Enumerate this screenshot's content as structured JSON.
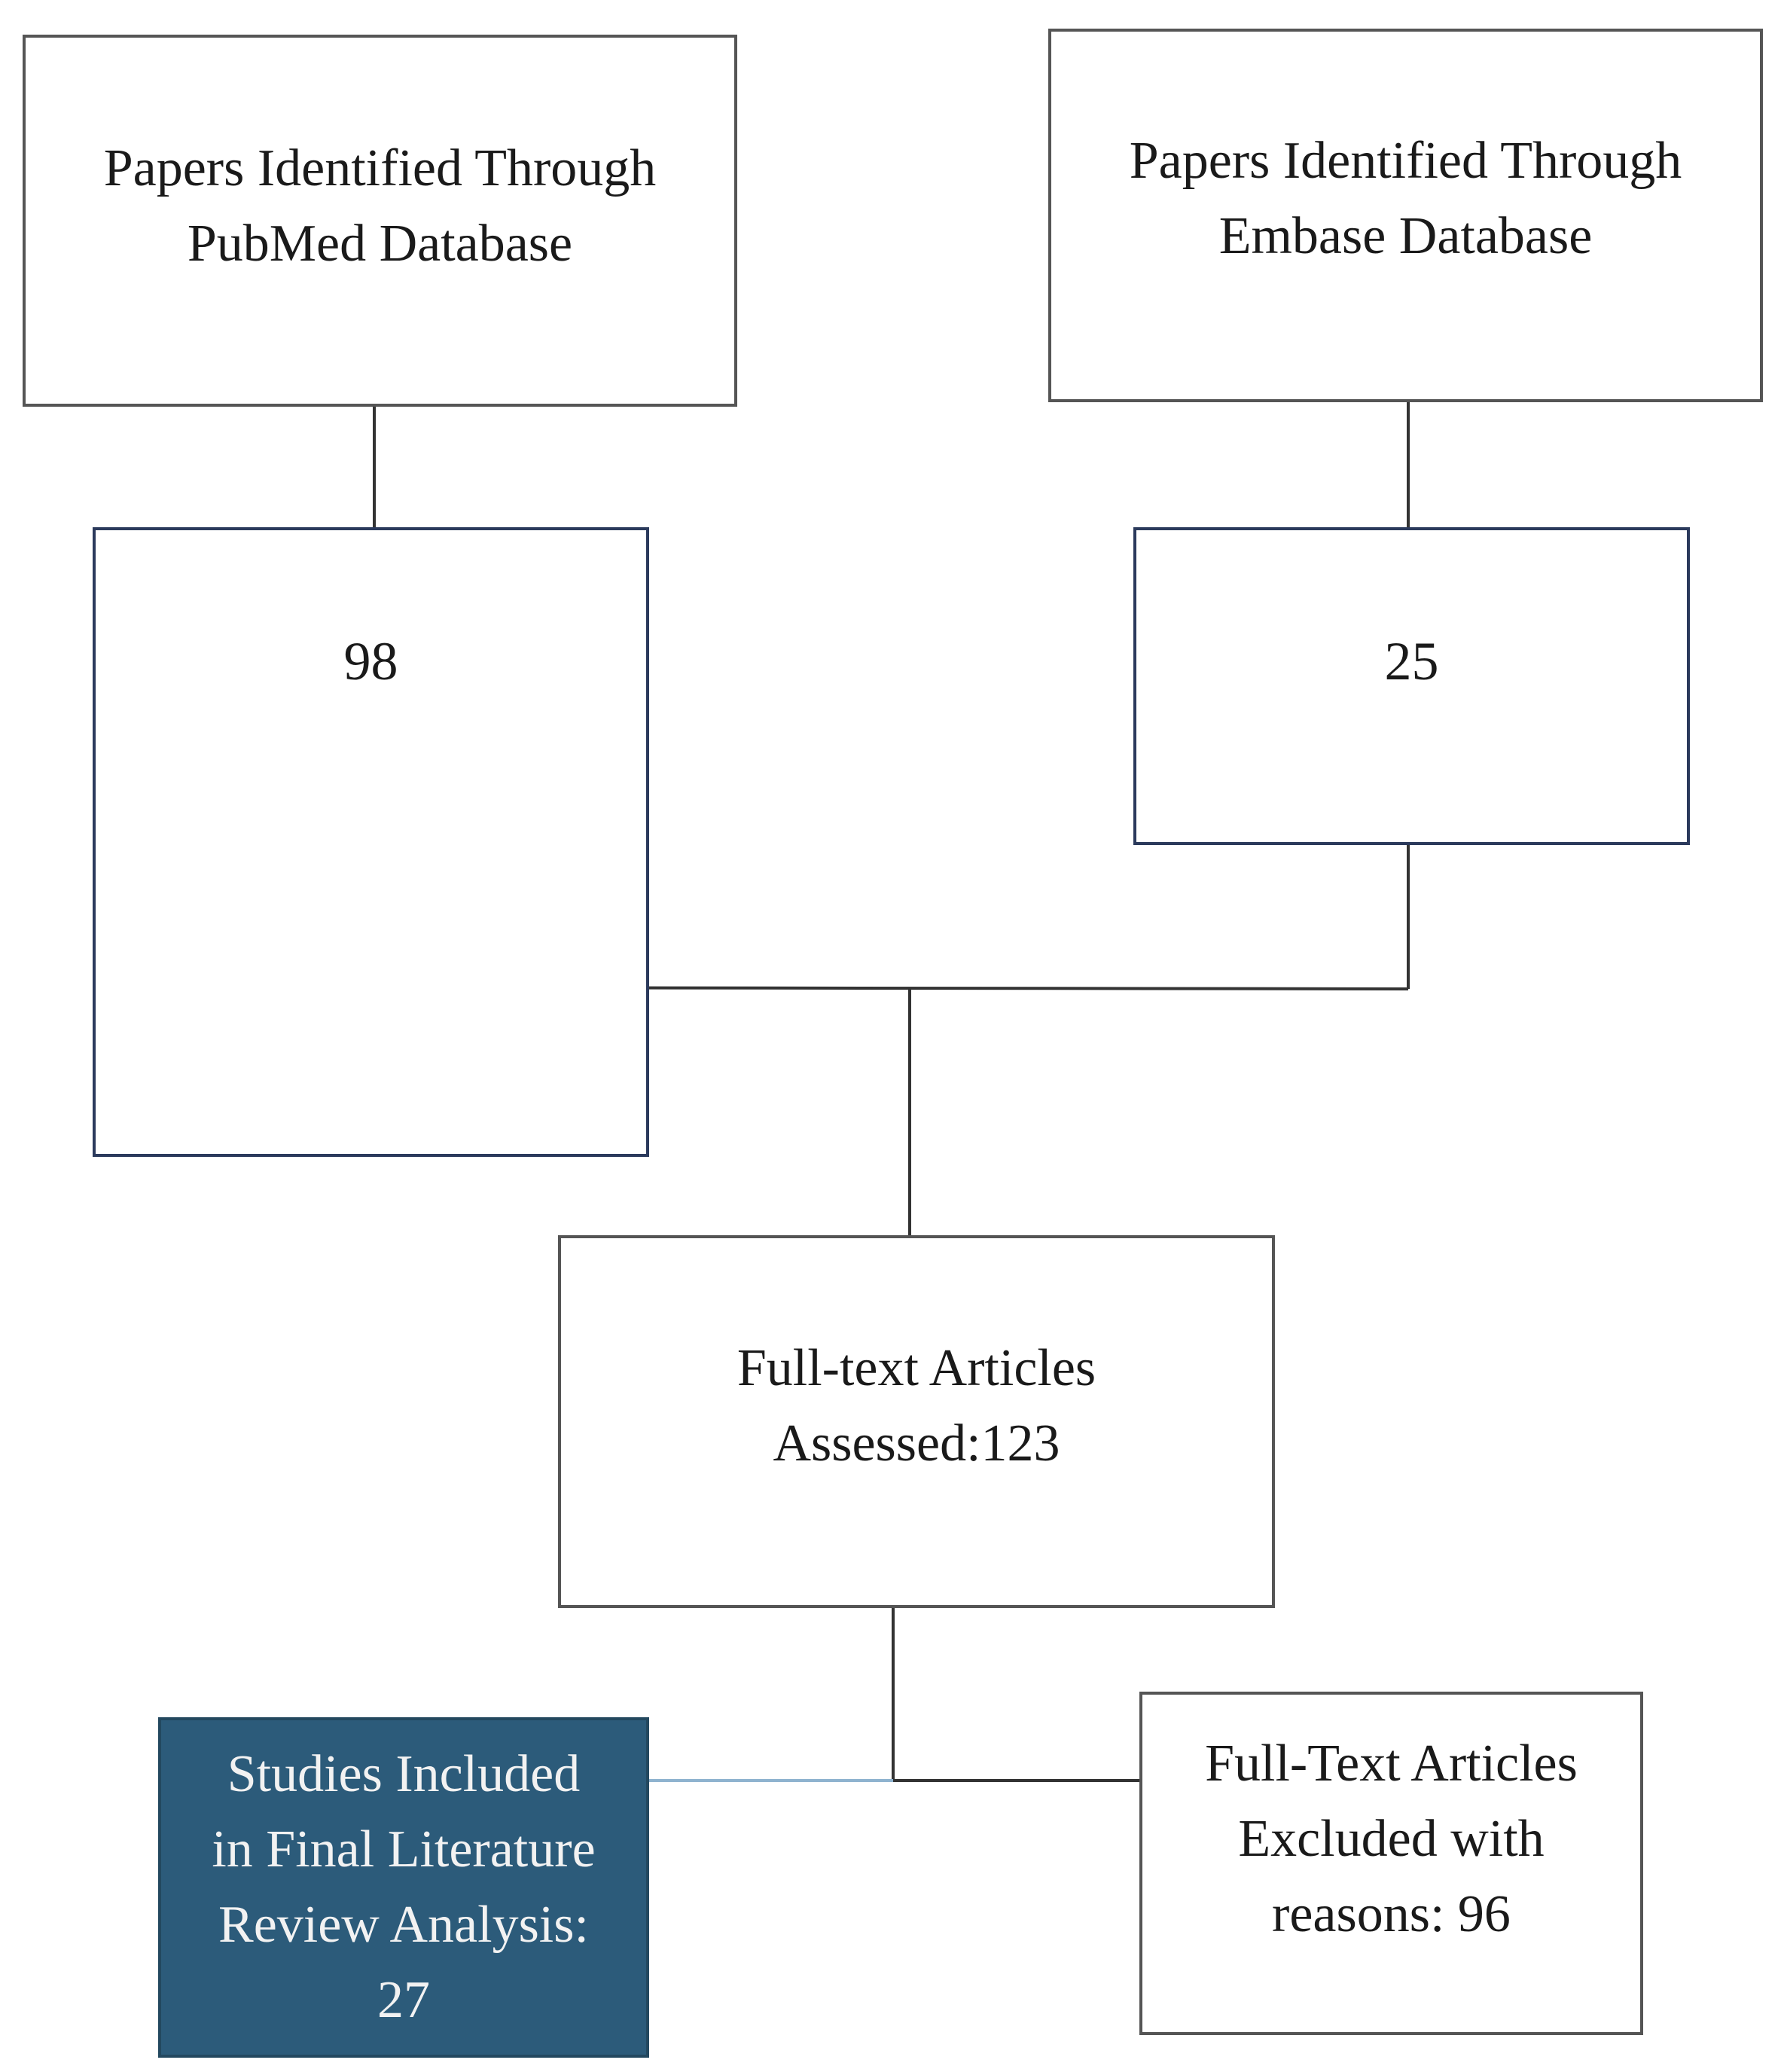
{
  "boxes": {
    "pubmed": {
      "line1": "Papers Identified Through",
      "line2": "PubMed Database"
    },
    "embase": {
      "line1": "Papers Identified Through",
      "line2": "Embase Database"
    },
    "pubmed_count": {
      "value": "98"
    },
    "embase_count": {
      "value": "25"
    },
    "assessed": {
      "line1": "Full-text Articles",
      "line2": "Assessed:123"
    },
    "excluded": {
      "line1": "Full-Text Articles",
      "line2": "Excluded with",
      "line3": "reasons: 96"
    },
    "included": {
      "line1": "Studies Included",
      "line2": "in Final Literature",
      "line3": "Review Analysis:",
      "line4": "27"
    }
  },
  "colors": {
    "line": "#333333",
    "box_border": "#555555",
    "count_border": "#2b3a5c",
    "included_fill": "#2c5b7a",
    "included_text": "#f2f2f2",
    "included_connector": "#8fb3cf"
  }
}
